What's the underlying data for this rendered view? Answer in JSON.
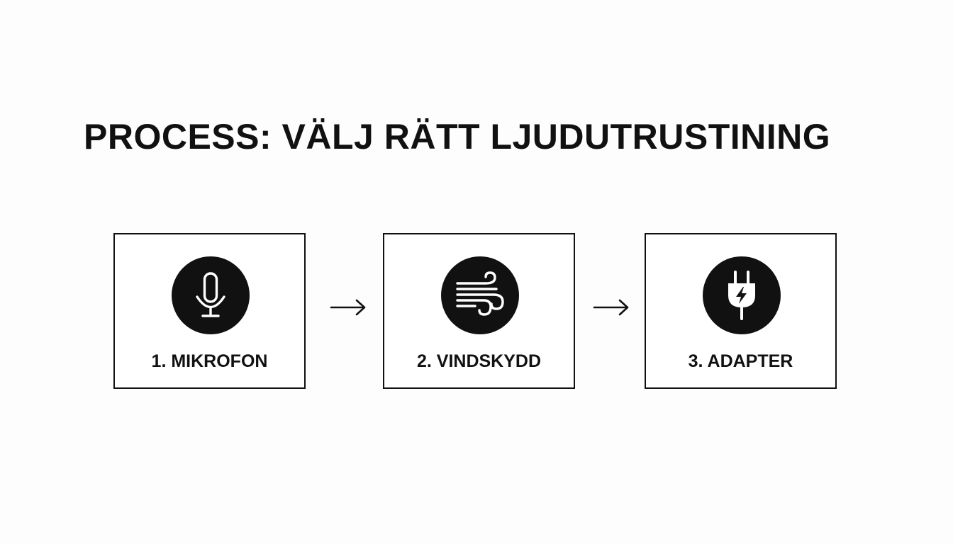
{
  "title": "PROCESS: VÄLJ RÄTT LJUDUTRUSTINING",
  "steps": [
    {
      "label": "1. MIKROFON",
      "icon": "microphone-icon"
    },
    {
      "label": "2. VINDSKYDD",
      "icon": "wind-icon"
    },
    {
      "label": "3. ADAPTER",
      "icon": "plug-icon"
    }
  ],
  "colors": {
    "ink": "#111111",
    "background": "#fdfdfd"
  }
}
